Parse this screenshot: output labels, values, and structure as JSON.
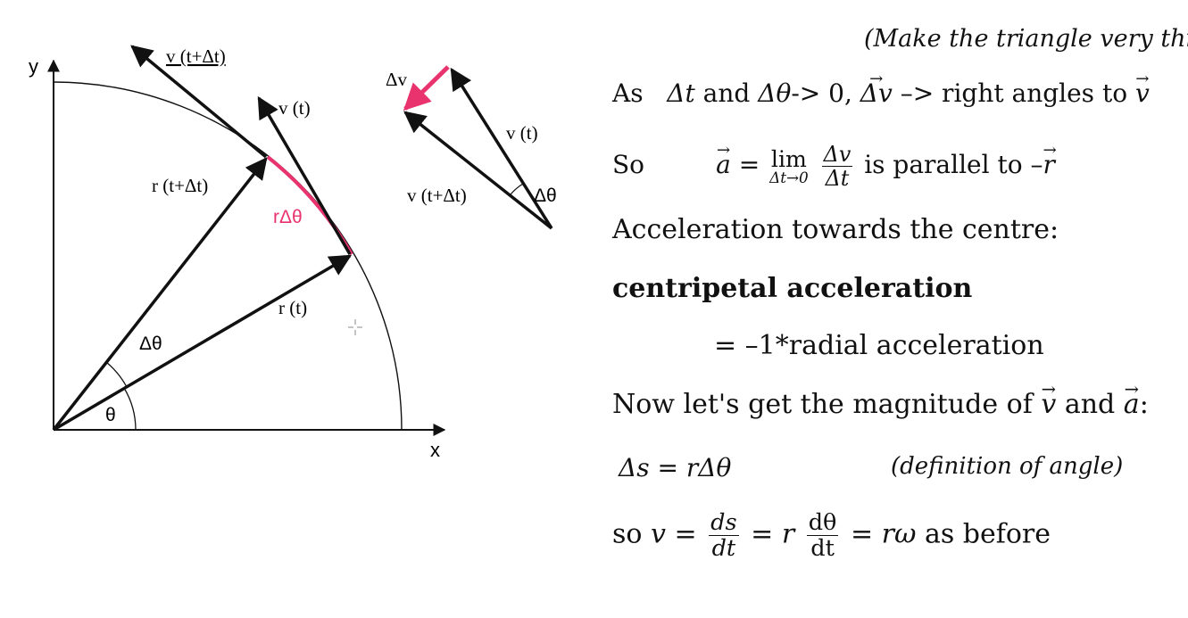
{
  "diagram": {
    "axis_y": "y",
    "axis_x": "x",
    "label_v_tdt": "v (t+Δt)",
    "label_v_t": "v (t)",
    "label_r_tdt": "r (t+Δt)",
    "label_r_t": "r (t)",
    "label_rdtheta": "rΔθ",
    "label_dtheta": "Δθ",
    "label_theta": "θ",
    "tri_label_dv": "Δv",
    "tri_label_vt": "v (t)",
    "tri_label_vtdt": "v (t+Δt)",
    "tri_label_dtheta": "Δθ",
    "colors": {
      "accent": "#e8336e",
      "ink": "#111111"
    }
  },
  "text": {
    "note": "(Make the triangle very thin)",
    "l1_as": "As",
    "l1_dt": "Δt",
    "l1_and": " and ",
    "l1_dth": "Δθ",
    "l1_arrow": "-> 0, ",
    "l1_dv": "Δv",
    "l1_rest": " –> right angles to ",
    "l1_v": "v",
    "l2_so": "So",
    "l2_a": "a",
    "l2_eq": " = ",
    "l2_lim": "lim",
    "l2_limsub": "Δt→0",
    "l2_num": "Δv",
    "l2_den": "Δt",
    "l2_rest": " is parallel to –",
    "l2_r": "r",
    "l3": "Acceleration towards the centre:",
    "l4": "centripetal acceleration",
    "l5": "= –1*radial acceleration",
    "l6_a": "Now let's get the magnitude of ",
    "l6_v": "v",
    "l6_and": " and ",
    "l6_av": "a",
    "l6_colon": ":",
    "l7_eq": "Δs = rΔθ",
    "l7_def": "(definition of angle)",
    "l8_so": "so ",
    "l8_v": "v",
    "l8_eq1": " = ",
    "l8_ds": "ds",
    "l8_dt": "dt",
    "l8_eq2": " = r",
    "l8_dth": "dθ",
    "l8_dt2": "dt",
    "l8_eq3": " = rω",
    "l8_rest": " as before"
  }
}
